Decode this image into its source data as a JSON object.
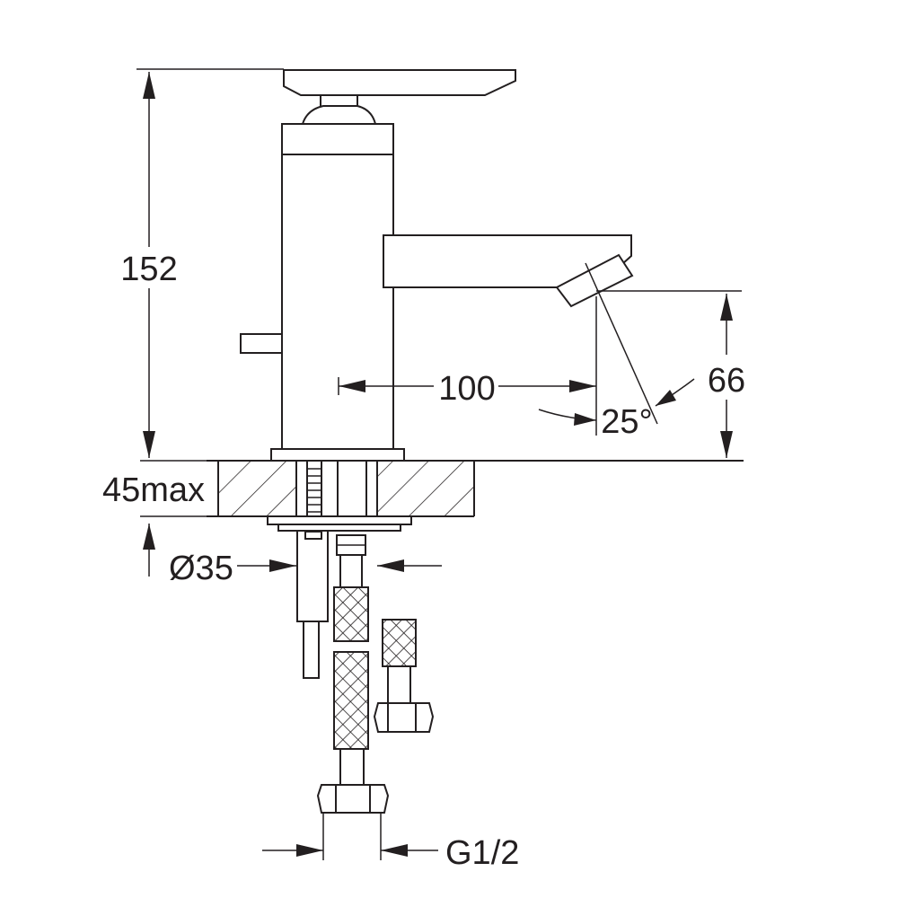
{
  "dimensions": {
    "height": "152",
    "reach": "100",
    "spout_height": "66",
    "spout_angle": "25°",
    "max_thickness": "45max",
    "hole_diameter": "Ø35",
    "connection": "G1/2"
  },
  "colors": {
    "ink": "#231f20",
    "background": "#ffffff"
  }
}
